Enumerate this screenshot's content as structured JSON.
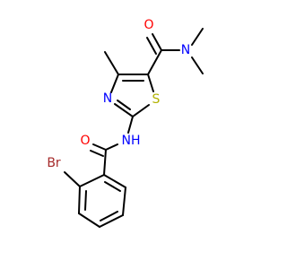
{
  "molecule": {
    "atoms": {
      "O_amide_top": {
        "label": "O",
        "color": "#ff0000"
      },
      "N_dimethyl": {
        "label": "N",
        "color": "#0000ff"
      },
      "N_thiazole": {
        "label": "N",
        "color": "#0000ff"
      },
      "S_thiazole": {
        "label": "S",
        "color": "#b2b200"
      },
      "O_benzamide": {
        "label": "O",
        "color": "#ff0000"
      },
      "NH_amide": {
        "label": "NH",
        "color": "#0000ff"
      },
      "Br": {
        "label": "Br",
        "color": "#a52a2a"
      }
    }
  }
}
